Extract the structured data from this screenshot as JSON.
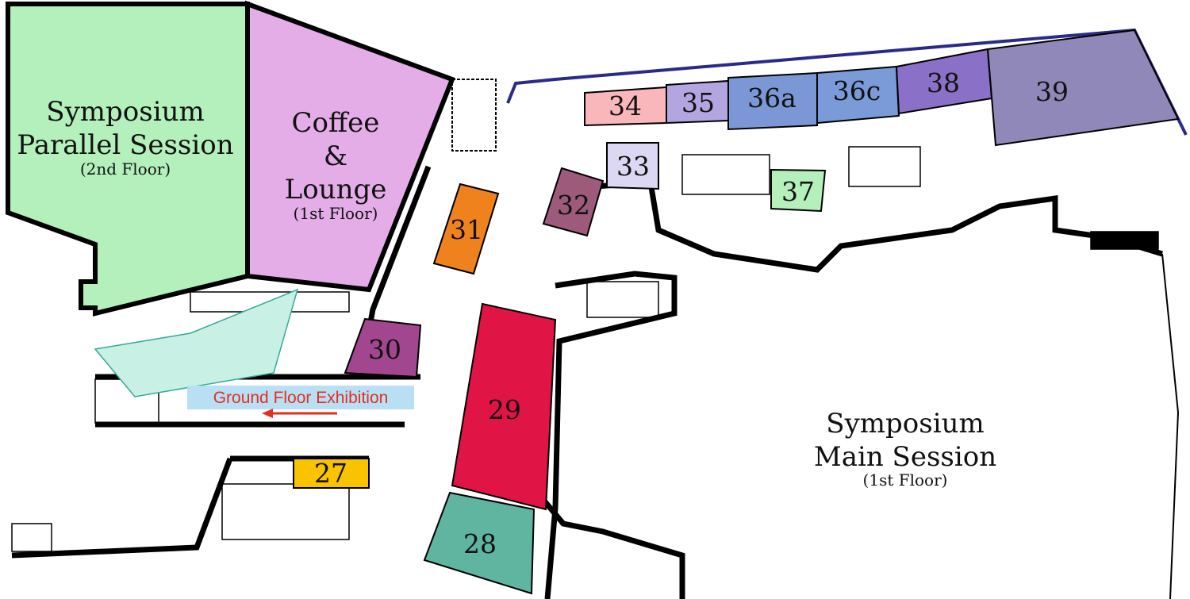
{
  "rooms": {
    "parallel": {
      "title1": "Symposium",
      "title2": "Parallel Session",
      "floor": "(2nd Floor)",
      "color": "#b3f0bc"
    },
    "coffee": {
      "title1": "Coffee",
      "title2": "&",
      "title3": "Lounge",
      "floor": "(1st Floor)",
      "color": "#e4ade8"
    },
    "main": {
      "title1": "Symposium",
      "title2": "Main Session",
      "floor": "(1st Floor)"
    }
  },
  "booths": [
    {
      "id": "34",
      "color": "#f9b7bc"
    },
    {
      "id": "35",
      "color": "#b3a5e0"
    },
    {
      "id": "36a",
      "color": "#7b97d6"
    },
    {
      "id": "36c",
      "color": "#7a9bd8"
    },
    {
      "id": "38",
      "color": "#8a70c7"
    },
    {
      "id": "39",
      "color": "#8f88b8"
    },
    {
      "id": "33",
      "color": "#dcd8f4"
    },
    {
      "id": "37",
      "color": "#b5efbb"
    },
    {
      "id": "32",
      "color": "#9e5a7b"
    },
    {
      "id": "31",
      "color": "#f0821e"
    },
    {
      "id": "30",
      "color": "#a2478f"
    },
    {
      "id": "29",
      "color": "#e01445"
    },
    {
      "id": "28",
      "color": "#5fb5a0"
    },
    {
      "id": "27",
      "color": "#f9c300"
    }
  ],
  "exhibition": {
    "label": "Ground Floor Exhibition",
    "bg": "#b8dff3",
    "text_color": "#e03020",
    "icon": "arrow-left-icon"
  }
}
